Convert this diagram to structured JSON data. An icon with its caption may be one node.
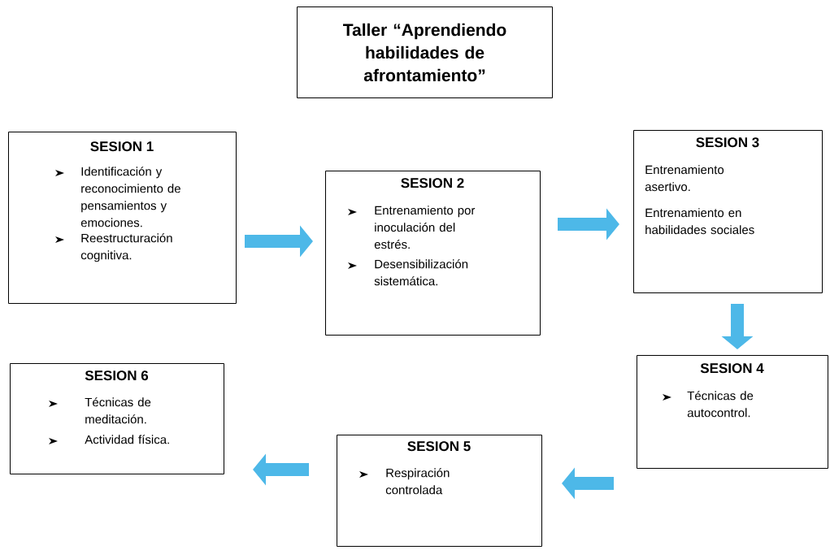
{
  "diagram": {
    "nodes": [
      {
        "text": [
          "Taller “Aprendiendo habilidades de afrontamiento”"
        ]
      },
      {
        "text": [
          "SESION 1",
          "Identificación y reconocimiento de pensamientos y emociones.",
          "Reestructuración cognitiva."
        ]
      },
      {
        "text": [
          "SESION 2",
          "Entrenamiento por inoculación del estrés.",
          "Desensibilización sistemática."
        ]
      },
      {
        "text": [
          "SESION 3",
          "Entrenamiento asertivo.",
          "Entrenamiento en habilidades sociales"
        ]
      },
      {
        "text": [
          "SESION 4",
          "Técnicas de autocontrol."
        ]
      },
      {
        "text": [
          "SESION 5",
          "Respiración controlada"
        ]
      },
      {
        "text": [
          "SESION 6",
          "Técnicas de meditación.",
          "Actividad física."
        ]
      }
    ],
    "edges": [
      {
        "from": 1,
        "to": 2,
        "arrow": "to"
      },
      {
        "from": 2,
        "to": 3,
        "arrow": "to"
      },
      {
        "from": 3,
        "to": 4,
        "arrow": "to"
      },
      {
        "from": 4,
        "to": 5,
        "arrow": "to"
      },
      {
        "from": 5,
        "to": 6,
        "arrow": "to"
      }
    ]
  }
}
